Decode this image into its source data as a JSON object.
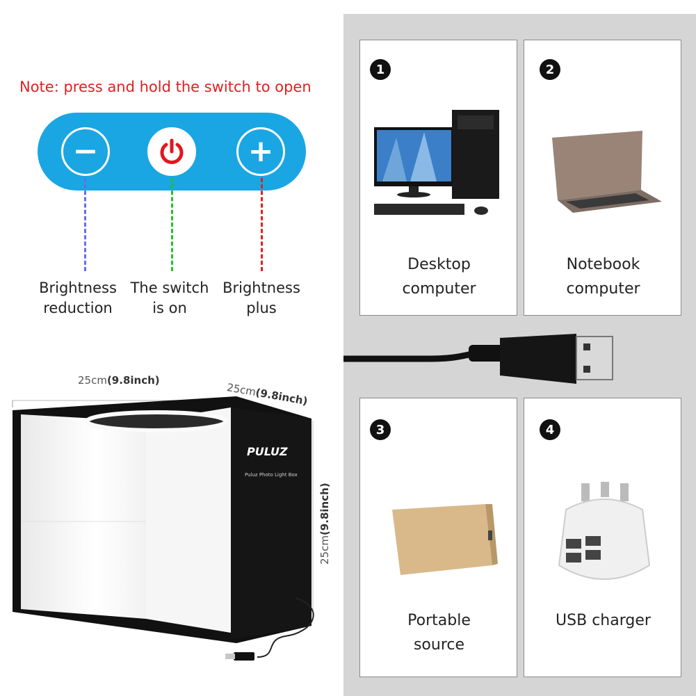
{
  "note": "Note: press and hold the switch to open",
  "controls": [
    {
      "id": "minus",
      "icon": "minus-icon",
      "label_lines": [
        "Brightness",
        "reduction"
      ]
    },
    {
      "id": "power",
      "icon": "power-icon",
      "label_lines": [
        "The switch",
        "is on"
      ]
    },
    {
      "id": "plus",
      "icon": "plus-icon",
      "label_lines": [
        "Brightness",
        "plus"
      ]
    }
  ],
  "glyphs": {
    "minus": "−",
    "plus": "+"
  },
  "colors": {
    "note": "#e02020",
    "pill": "#1aa6e2",
    "power": "#e3161d",
    "dash_minus": "#6a6af0",
    "dash_power": "#22c22a",
    "dash_plus": "#e02020"
  },
  "lightbox": {
    "dim_width": {
      "value": "25cm",
      "paren": "(9.8inch)"
    },
    "dim_depth": {
      "value": "25cm",
      "paren": "(9.8inch)"
    },
    "dim_height": {
      "value": "25cm",
      "paren": "(9.8inch)"
    },
    "brand": "PULUZ",
    "caption": "Puluz Photo Light Box"
  },
  "power_sources": [
    {
      "number": "1",
      "lines": [
        "Desktop",
        "computer"
      ],
      "icon": "desktop-computer-icon"
    },
    {
      "number": "2",
      "lines": [
        "Notebook",
        "computer"
      ],
      "icon": "laptop-icon"
    },
    {
      "number": "3",
      "lines": [
        "Portable",
        "source"
      ],
      "icon": "power-bank-icon"
    },
    {
      "number": "4",
      "lines": [
        "USB charger"
      ],
      "icon": "usb-charger-icon"
    }
  ]
}
